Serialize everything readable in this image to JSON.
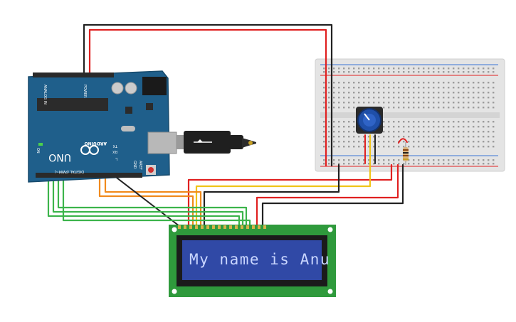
{
  "arduino": {
    "board_name": "UNO",
    "brand": "ARDUINO",
    "analog_label": "ANALOG IN",
    "power_label": "POWER",
    "digital_label": "DIGITAL (PWM~)",
    "on_label": "ON",
    "tx_label": "TX",
    "rx_label": "RX",
    "l_label": "L",
    "aref_label": "AREF",
    "gnd_label": "GND"
  },
  "lcd": {
    "text": "My name is Anu"
  },
  "colors": {
    "arduino_blue": "#1f5f8b",
    "lcd_pcb": "#2f9a3c",
    "lcd_screen": "#3049a6",
    "wire_red": "#e02020",
    "wire_black": "#222222",
    "wire_orange": "#f08a1c",
    "wire_yellow": "#f0c419",
    "wire_green": "#3cb44b"
  },
  "icons": [
    "infinity-logo-icon",
    "usb-cable-icon",
    "potentiometer-knob-icon",
    "resistor-icon"
  ]
}
